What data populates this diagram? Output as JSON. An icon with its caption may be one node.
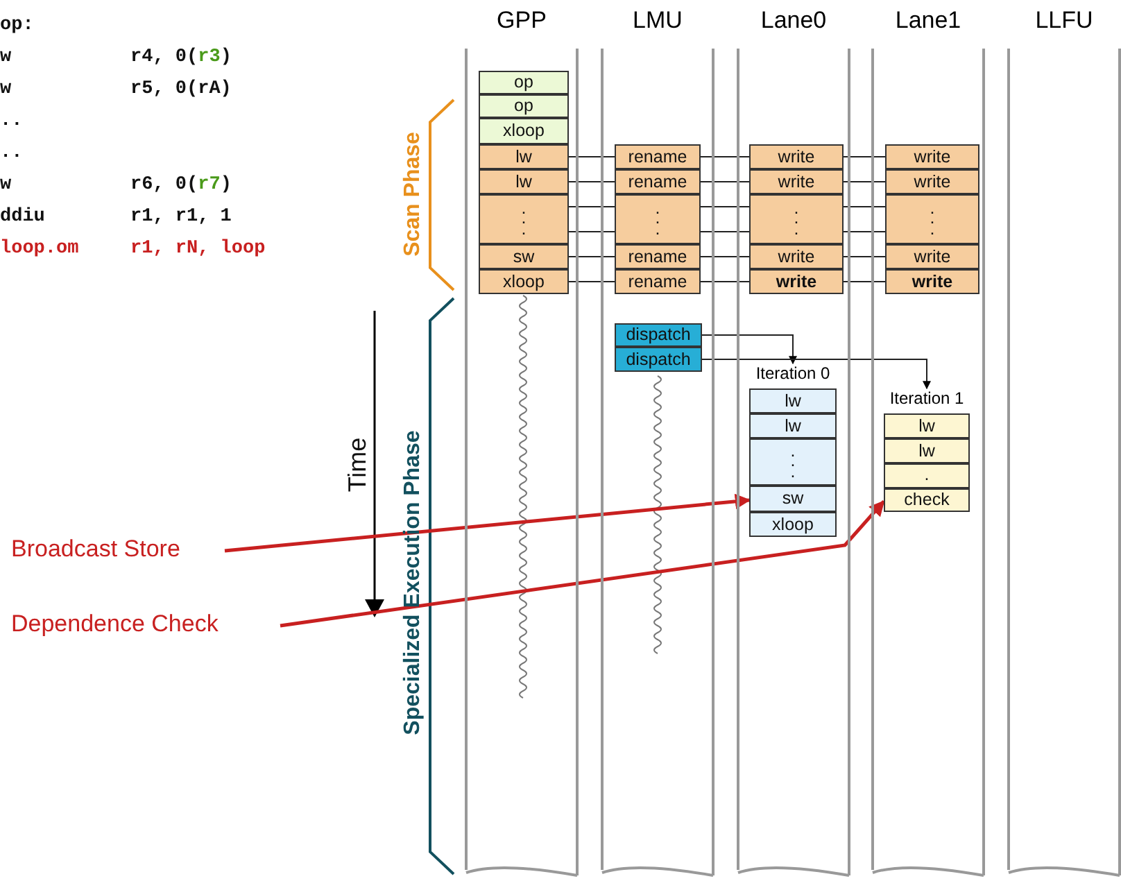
{
  "diagram": {
    "nodes": [
      {
        "text": [
          "GPP"
        ]
      },
      {
        "text": [
          "LMU"
        ]
      },
      {
        "text": [
          "Lane0"
        ]
      },
      {
        "text": [
          "Lane1"
        ]
      },
      {
        "text": [
          "LLFU"
        ]
      },
      {
        "text": [
          "op"
        ],
        "in": 0
      },
      {
        "text": [
          "op"
        ],
        "in": 0
      },
      {
        "text": [
          "xloop"
        ],
        "in": 0
      },
      {
        "text": [
          "lw"
        ],
        "in": 0
      },
      {
        "text": [
          "lw"
        ],
        "in": 0
      },
      {
        "text": [
          ". . ."
        ],
        "in": 0
      },
      {
        "text": [
          "sw"
        ],
        "in": 0
      },
      {
        "text": [
          "xloop"
        ],
        "in": 0
      },
      {
        "text": [
          "rename"
        ],
        "in": 1
      },
      {
        "text": [
          "rename"
        ],
        "in": 1
      },
      {
        "text": [
          ". . ."
        ],
        "in": 1
      },
      {
        "text": [
          "rename"
        ],
        "in": 1
      },
      {
        "text": [
          "rename"
        ],
        "in": 1
      },
      {
        "text": [
          "dispatch"
        ],
        "in": 1
      },
      {
        "text": [
          "dispatch"
        ],
        "in": 1
      },
      {
        "text": [
          "write"
        ],
        "in": 2
      },
      {
        "text": [
          "write"
        ],
        "in": 2
      },
      {
        "text": [
          ". . ."
        ],
        "in": 2
      },
      {
        "text": [
          "write"
        ],
        "in": 2
      },
      {
        "text": [
          "write"
        ],
        "in": 2
      },
      {
        "text": [
          "Iteration 0"
        ],
        "in": 2
      },
      {
        "text": [
          "lw"
        ],
        "in": 25
      },
      {
        "text": [
          "lw"
        ],
        "in": 25
      },
      {
        "text": [
          ". . ."
        ],
        "in": 25
      },
      {
        "text": [
          "sw"
        ],
        "in": 25
      },
      {
        "text": [
          "xloop"
        ],
        "in": 25
      },
      {
        "text": [
          "write"
        ],
        "in": 3
      },
      {
        "text": [
          "write"
        ],
        "in": 3
      },
      {
        "text": [
          ". . ."
        ],
        "in": 3
      },
      {
        "text": [
          "write"
        ],
        "in": 3
      },
      {
        "text": [
          "write"
        ],
        "in": 3
      },
      {
        "text": [
          "Iteration 1"
        ],
        "in": 3
      },
      {
        "text": [
          "lw"
        ],
        "in": 36
      },
      {
        "text": [
          "lw"
        ],
        "in": 36
      },
      {
        "text": [
          "."
        ],
        "in": 36
      },
      {
        "text": [
          "check"
        ],
        "in": 36
      },
      {
        "text": [
          "Broadcast Store"
        ]
      },
      {
        "text": [
          "Dependence Check"
        ]
      }
    ],
    "edges": [
      {
        "from": 8,
        "to": 13,
        "arrow": "none"
      },
      {
        "from": 13,
        "to": 20,
        "arrow": "none"
      },
      {
        "from": 20,
        "to": 31,
        "arrow": "none"
      },
      {
        "from": 9,
        "to": 14,
        "arrow": "none"
      },
      {
        "from": 14,
        "to": 21,
        "arrow": "none"
      },
      {
        "from": 21,
        "to": 32,
        "arrow": "none"
      },
      {
        "from": 10,
        "to": 15,
        "arrow": "none"
      },
      {
        "from": 10,
        "to": 15,
        "arrow": "none"
      },
      {
        "from": 15,
        "to": 22,
        "arrow": "none"
      },
      {
        "from": 15,
        "to": 22,
        "arrow": "none"
      },
      {
        "from": 22,
        "to": 33,
        "arrow": "none"
      },
      {
        "from": 22,
        "to": 33,
        "arrow": "none"
      },
      {
        "from": 11,
        "to": 16,
        "arrow": "none"
      },
      {
        "from": 16,
        "to": 23,
        "arrow": "none"
      },
      {
        "from": 23,
        "to": 34,
        "arrow": "none"
      },
      {
        "from": 12,
        "to": 17,
        "arrow": "none"
      },
      {
        "from": 17,
        "to": 24,
        "arrow": "none"
      },
      {
        "from": 24,
        "to": 35,
        "arrow": "none"
      },
      {
        "from": 18,
        "to": 25,
        "arrow": "to"
      },
      {
        "from": 19,
        "to": 36,
        "arrow": "to"
      },
      {
        "from": 41,
        "to": 29,
        "arrow": "to",
        "style": "thick",
        "color": "#c82020"
      },
      {
        "from": 42,
        "to": 40,
        "arrow": "to",
        "style": "thick",
        "color": "#c82020"
      }
    ],
    "labels": [
      "op:",
      "w",
      "r4, 0(",
      "r3",
      ")",
      "w",
      "r5, 0(rA)",
      "..",
      "..",
      "w",
      "r6, 0(",
      "r7",
      ")",
      "ddiu",
      "r1, r1, 1",
      "loop.om",
      "r1, rN, loop",
      "Scan Phase",
      "Time",
      "Specialized Execution Phase"
    ]
  }
}
